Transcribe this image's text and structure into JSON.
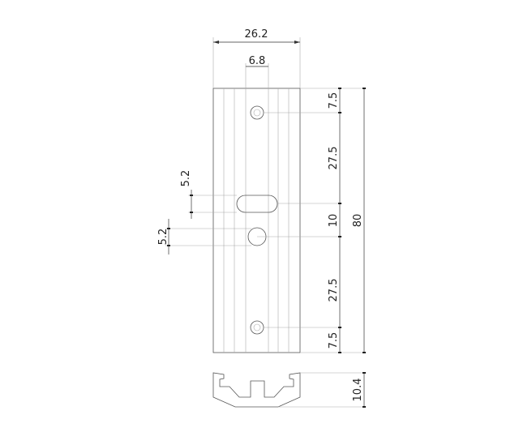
{
  "dimensions": {
    "width": "26.2",
    "slot_width": "6.8",
    "top_offset": "7.5",
    "upper_spacing": "27.5",
    "middle_spacing": "10",
    "lower_spacing": "27.5",
    "bottom_offset": "7.5",
    "total_length": "80",
    "slot_height": "5.2",
    "hole_diameter": "5.2",
    "profile_height": "10.4"
  }
}
